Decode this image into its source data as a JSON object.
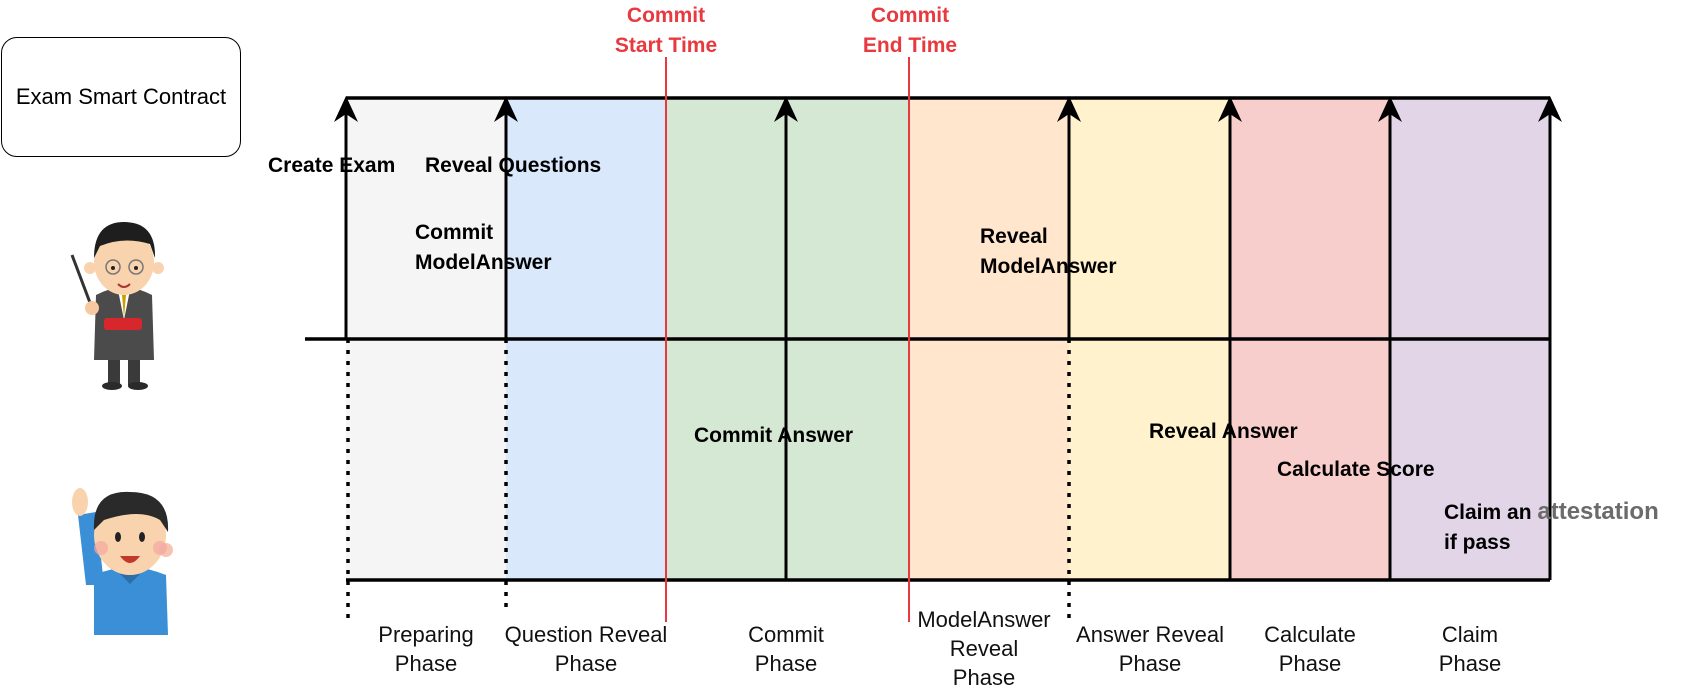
{
  "contract": {
    "label": "Exam Smart Contract"
  },
  "markers": {
    "commit_start": {
      "line1": "Commit",
      "line2": "Start Time"
    },
    "commit_end": {
      "line1": "Commit",
      "line2": "End Time"
    }
  },
  "teacher_actions": {
    "create_exam": "Create Exam",
    "reveal_questions": "Reveal Questions",
    "commit_model_answer": {
      "line1": "Commit",
      "line2": "ModelAnswer"
    },
    "reveal_model_answer": {
      "line1": "Reveal",
      "line2": "ModelAnswer"
    }
  },
  "student_actions": {
    "commit_answer": "Commit Answer",
    "reveal_answer": "Reveal Answer",
    "calculate_score": "Calculate Score",
    "claim": {
      "line1_a": "Claim an ",
      "line1_b": "attestation",
      "line2": "if pass"
    }
  },
  "phases": [
    {
      "name": "preparing",
      "lines": [
        "Preparing",
        "Phase"
      ],
      "color": "#f5f5f5"
    },
    {
      "name": "question-reveal",
      "lines": [
        "Question Reveal",
        "Phase"
      ],
      "color": "#dae8fc"
    },
    {
      "name": "commit",
      "lines": [
        "Commit",
        "Phase"
      ],
      "color": "#d5e8d4"
    },
    {
      "name": "model-answer-reveal",
      "lines": [
        "ModelAnswer",
        "Reveal",
        "Phase"
      ],
      "color": "#ffe6cc"
    },
    {
      "name": "answer-reveal",
      "lines": [
        "Answer Reveal",
        "Phase"
      ],
      "color": "#fff2cc"
    },
    {
      "name": "calculate",
      "lines": [
        "Calculate",
        "Phase"
      ],
      "color": "#f8cecc"
    },
    {
      "name": "claim",
      "lines": [
        "Claim",
        "Phase"
      ],
      "color": "#e1d5e7"
    }
  ],
  "icons": {
    "teacher": "teacher-icon",
    "student": "student-icon"
  },
  "colors": {
    "marker": "#e8393f",
    "line": "#000000"
  }
}
